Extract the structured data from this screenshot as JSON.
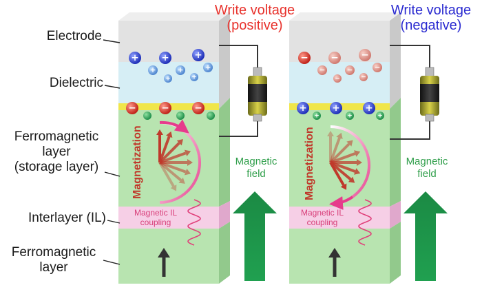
{
  "labels": {
    "electrode": "Electrode",
    "dielectric": "Dielectric",
    "ferro_storage": [
      "Ferromagnetic",
      "layer",
      "(storage layer)"
    ],
    "interlayer": "Interlayer (IL)",
    "ferro_bottom": [
      "Ferromagnetic",
      "layer"
    ]
  },
  "panels": [
    {
      "write_voltage": [
        "Write voltage",
        "(positive)"
      ],
      "magnetization_label": "Magnetization",
      "magnetic_field_label": [
        "Magnetic",
        "field"
      ],
      "il_coupling_label": [
        "Magnetic IL",
        "coupling"
      ],
      "top_charge": "+",
      "interface_charge": "−"
    },
    {
      "write_voltage": [
        "Write voltage",
        "(negative)"
      ],
      "magnetization_label": "Magnetization",
      "magnetic_field_label": [
        "Magnetic",
        "field"
      ],
      "il_coupling_label": [
        "Magnetic IL",
        "coupling"
      ],
      "top_charge": "−",
      "interface_charge": "+"
    }
  ],
  "colors": {
    "positive_voltage": "#e8322c",
    "negative_voltage": "#2a2ad0",
    "electrode": "#dcdcdc",
    "dielectric": "#cfe8f2",
    "interface": "#f0e64a",
    "ferromagnet": "#a8dca0",
    "interlayer": "#f3c6e2",
    "field_arrow": "#1f9b4a",
    "magnetization_arrow": "#c0392b",
    "coupling_wave": "#e0407a"
  }
}
